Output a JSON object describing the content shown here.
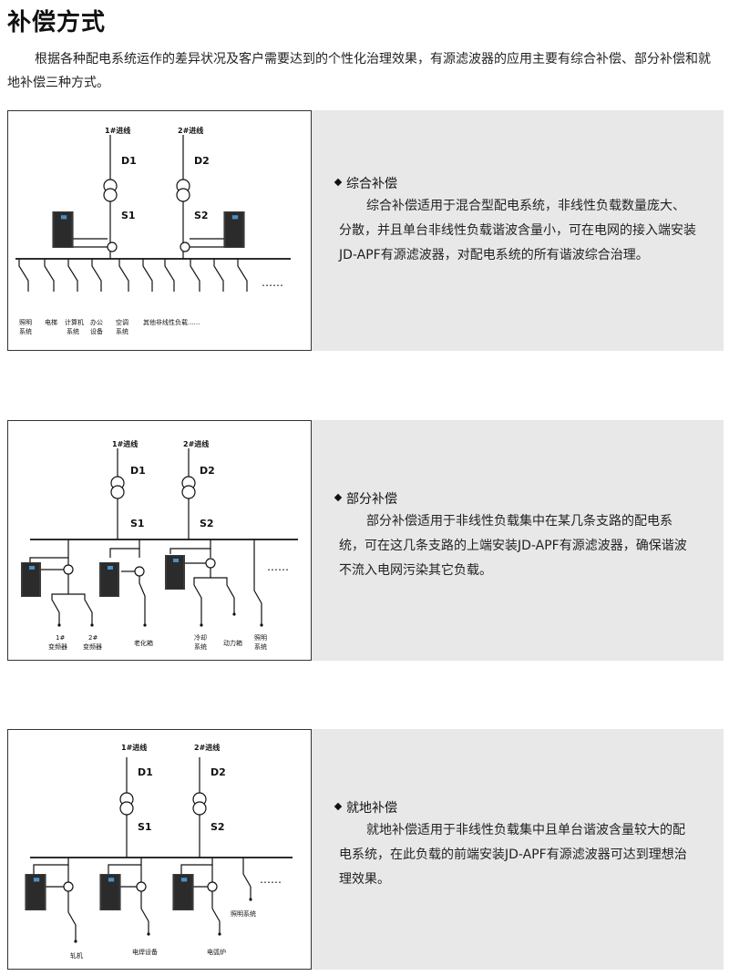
{
  "page": {
    "title": "补偿方式",
    "intro": "根据各种配电系统运作的差异状况及客户需要达到的个性化治理效果，有源滤波器的应用主要有综合补偿、部分补偿和就地补偿三种方式。"
  },
  "diagram_common": {
    "in1": "1#进线",
    "in2": "2#进线",
    "d1": "D1",
    "d2": "D2",
    "s1": "S1",
    "s2": "S2",
    "dots": "……"
  },
  "sections": [
    {
      "heading": "综合补偿",
      "description": "综合补偿适用于混合型配电系统，非线性负载数量庞大、分散，并且单台非线性负载谐波含量小，可在电网的接入端安装JD-APF有源滤波器，对配电系统的所有谐波综合治理。",
      "loads": [
        [
          "照明",
          "系统"
        ],
        [
          "电梯"
        ],
        [
          "计算机",
          "系统"
        ],
        [
          "办公",
          "设备"
        ],
        [
          "空调",
          "系统"
        ],
        [
          "其他非线性负载......"
        ]
      ]
    },
    {
      "heading": "部分补偿",
      "description": "部分补偿适用于非线性负载集中在某几条支路的配电系统，可在这几条支路的上端安装JD-APF有源滤波器，确保谐波不流入电网污染其它负载。",
      "loads": [
        [
          "1#",
          "变频器"
        ],
        [
          "2#",
          "变频器"
        ],
        [
          "老化箱"
        ],
        [
          "冷却",
          "系统"
        ],
        [
          "动力箱"
        ],
        [
          "照明",
          "系统"
        ]
      ]
    },
    {
      "heading": "就地补偿",
      "description": "就地补偿适用于非线性负载集中且单台谐波含量较大的配电系统，在此负载的前端安装JD-APF有源滤波器可达到理想治理效果。",
      "loads": [
        [
          "轧机"
        ],
        [
          "电焊设备"
        ],
        [
          "电弧炉"
        ],
        [
          "照明系统"
        ]
      ]
    }
  ],
  "colors": {
    "panel_bg": "#e8e8e8",
    "device": "#3a3a3a",
    "device_screen": "#4a90c8"
  }
}
